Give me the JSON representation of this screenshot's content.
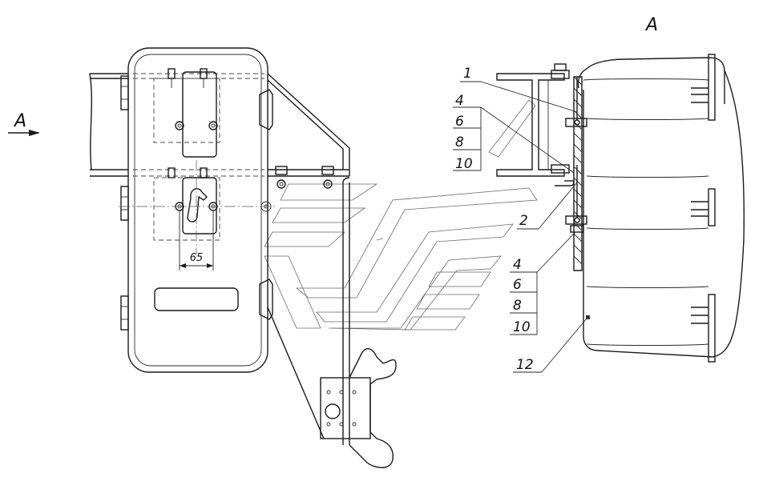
{
  "view_label": "A",
  "arrow_label": "A",
  "dimension": "65",
  "callouts": [
    {
      "id": "c1",
      "text": "1"
    },
    {
      "id": "c4a",
      "text": "4"
    },
    {
      "id": "c6a",
      "text": "6"
    },
    {
      "id": "c8a",
      "text": "8"
    },
    {
      "id": "c10a",
      "text": "10"
    },
    {
      "id": "c2",
      "text": "2"
    },
    {
      "id": "c4b",
      "text": "4"
    },
    {
      "id": "c6b",
      "text": "6"
    },
    {
      "id": "c8b",
      "text": "8"
    },
    {
      "id": "c10b",
      "text": "10"
    },
    {
      "id": "c12",
      "text": "12"
    }
  ]
}
